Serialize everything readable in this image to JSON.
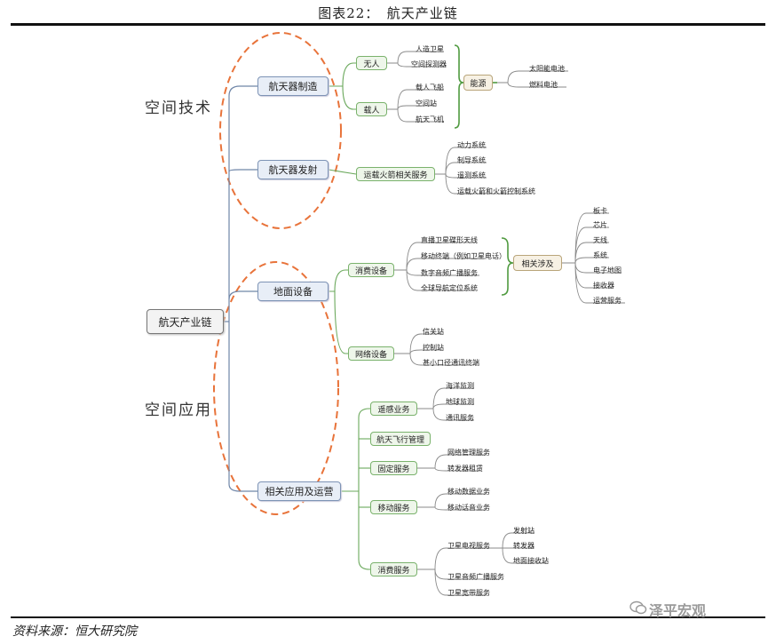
{
  "header": {
    "title": "图表22：　航天产业链"
  },
  "footer": {
    "source": "资料来源：恒大研究院",
    "watermark": "泽平宏观"
  },
  "sections": {
    "space_tech": "空间技术",
    "space_app": "空间应用"
  },
  "root": "航天产业链",
  "branches": {
    "manufacture": {
      "label": "航天器制造",
      "unmanned": {
        "label": "无人",
        "items": [
          "人造卫星",
          "空间探测器"
        ]
      },
      "manned": {
        "label": "载人",
        "items": [
          "载人飞船",
          "空间站",
          "航天飞机"
        ]
      },
      "energy": {
        "label": "能源",
        "items": [
          "太阳能电池",
          "燃料电池"
        ]
      }
    },
    "launch": {
      "label": "航天器发射",
      "service": {
        "label": "运载火箭相关服务",
        "items": [
          "动力系统",
          "制导系统",
          "遥测系统",
          "运载火箭和火箭控制系统"
        ]
      }
    },
    "ground": {
      "label": "地面设备",
      "consumer": {
        "label": "消费设备",
        "items": [
          "直播卫星碟形天线",
          "移动终端（例如卫星电话）",
          "数字音频广播服务",
          "全球导航定位系统"
        ]
      },
      "related": {
        "label": "相关涉及",
        "items": [
          "板卡",
          "芯片",
          "天线",
          "系统",
          "电子地图",
          "接收器",
          "运营服务"
        ]
      },
      "network": {
        "label": "网络设备",
        "items": [
          "信关站",
          "控制站",
          "甚小口径通讯终端"
        ]
      }
    },
    "apps": {
      "label": "相关应用及运营",
      "remote": {
        "label": "遥感业务",
        "items": [
          "海洋监测",
          "地球监测",
          "通讯服务"
        ]
      },
      "flight": {
        "label": "航天飞行管理"
      },
      "fixed": {
        "label": "固定服务",
        "items": [
          "网络管理服务",
          "转发器租赁"
        ]
      },
      "mobile": {
        "label": "移动服务",
        "items": [
          "移动数据业务",
          "移动话音业务"
        ]
      },
      "consumer": {
        "label": "消费服务",
        "tv": {
          "label": "卫星电视服务",
          "items": [
            "发射站",
            "转发器",
            "地面接收站"
          ]
        },
        "items": [
          "卫星音频广播服务",
          "卫星宽带服务"
        ]
      }
    }
  },
  "colors": {
    "tree_line_blue": "#6f86a8",
    "tree_line_green": "#6aa85b",
    "highlight_ellipse": "#e8733a",
    "leaf_line": "#8a8a8a"
  },
  "icons": {
    "watermark": "wechat-chat-icon"
  }
}
